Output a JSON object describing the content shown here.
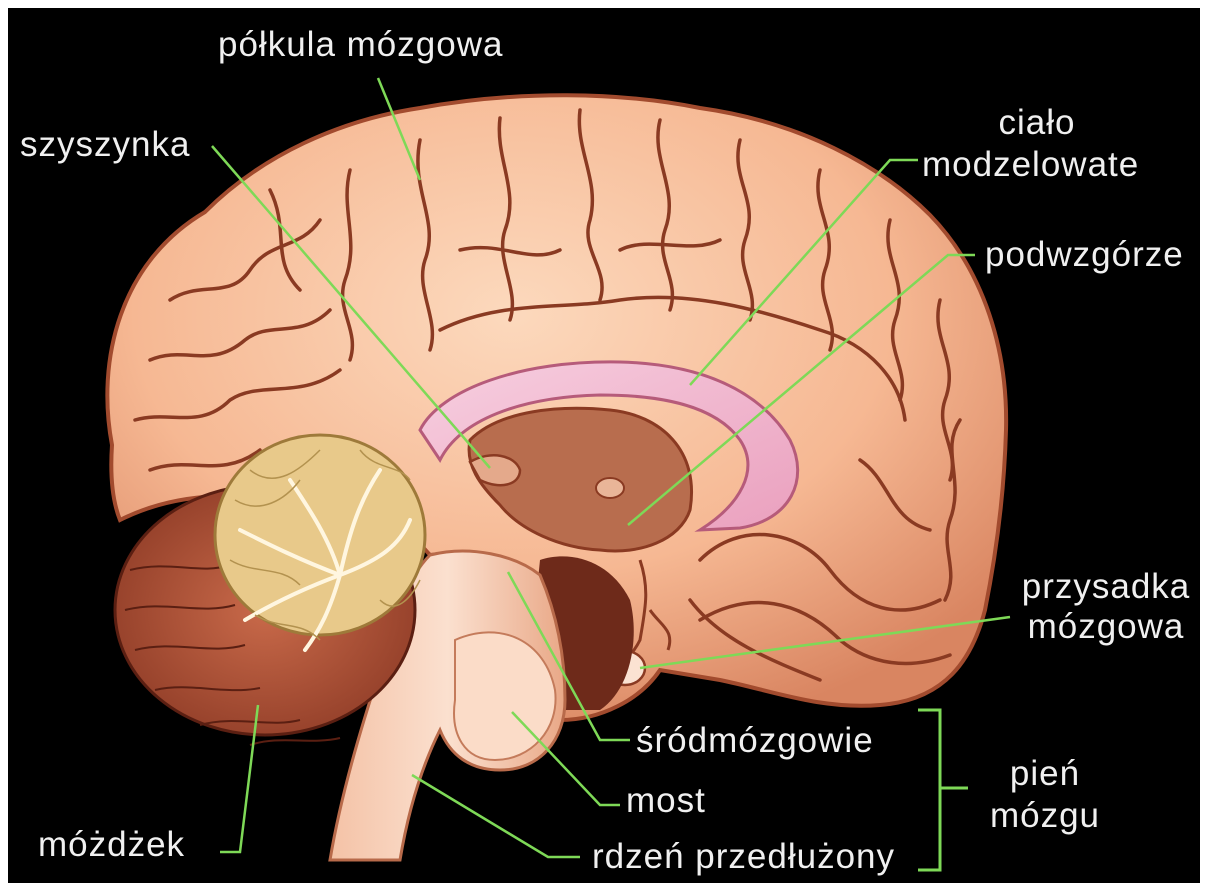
{
  "colors": {
    "background": "#000000",
    "leader_line": "#7ed957",
    "bracket": "#7ed957",
    "label_text": "#f0f0f0",
    "cerebrum": "#f7bf98",
    "cerebrum_shadow": "#cf7d5c",
    "sulcus": "#8a3a22",
    "corpus_callosum": "#f4b9cf",
    "cerebellum_arbor": "#e8c98a",
    "cerebellum_cortex": "#b4553a",
    "brainstem": "#f8d4bd"
  },
  "labels": {
    "polkula": "półkula mózgowa",
    "szyszynka": "szyszynka",
    "cialo_line1": "ciało",
    "cialo_line2": "modzelowate",
    "podwzgorze": "podwzgórze",
    "przysadka_line1": "przysadka",
    "przysadka_line2": "mózgowa",
    "srodmozgowie": "śródmózgowie",
    "most": "most",
    "rdzen": "rdzeń przedłużony",
    "moz dzek": "",
    "mozdzek": "móżdżek",
    "pien_line1": "pień",
    "pien_line2": "mózgu"
  }
}
